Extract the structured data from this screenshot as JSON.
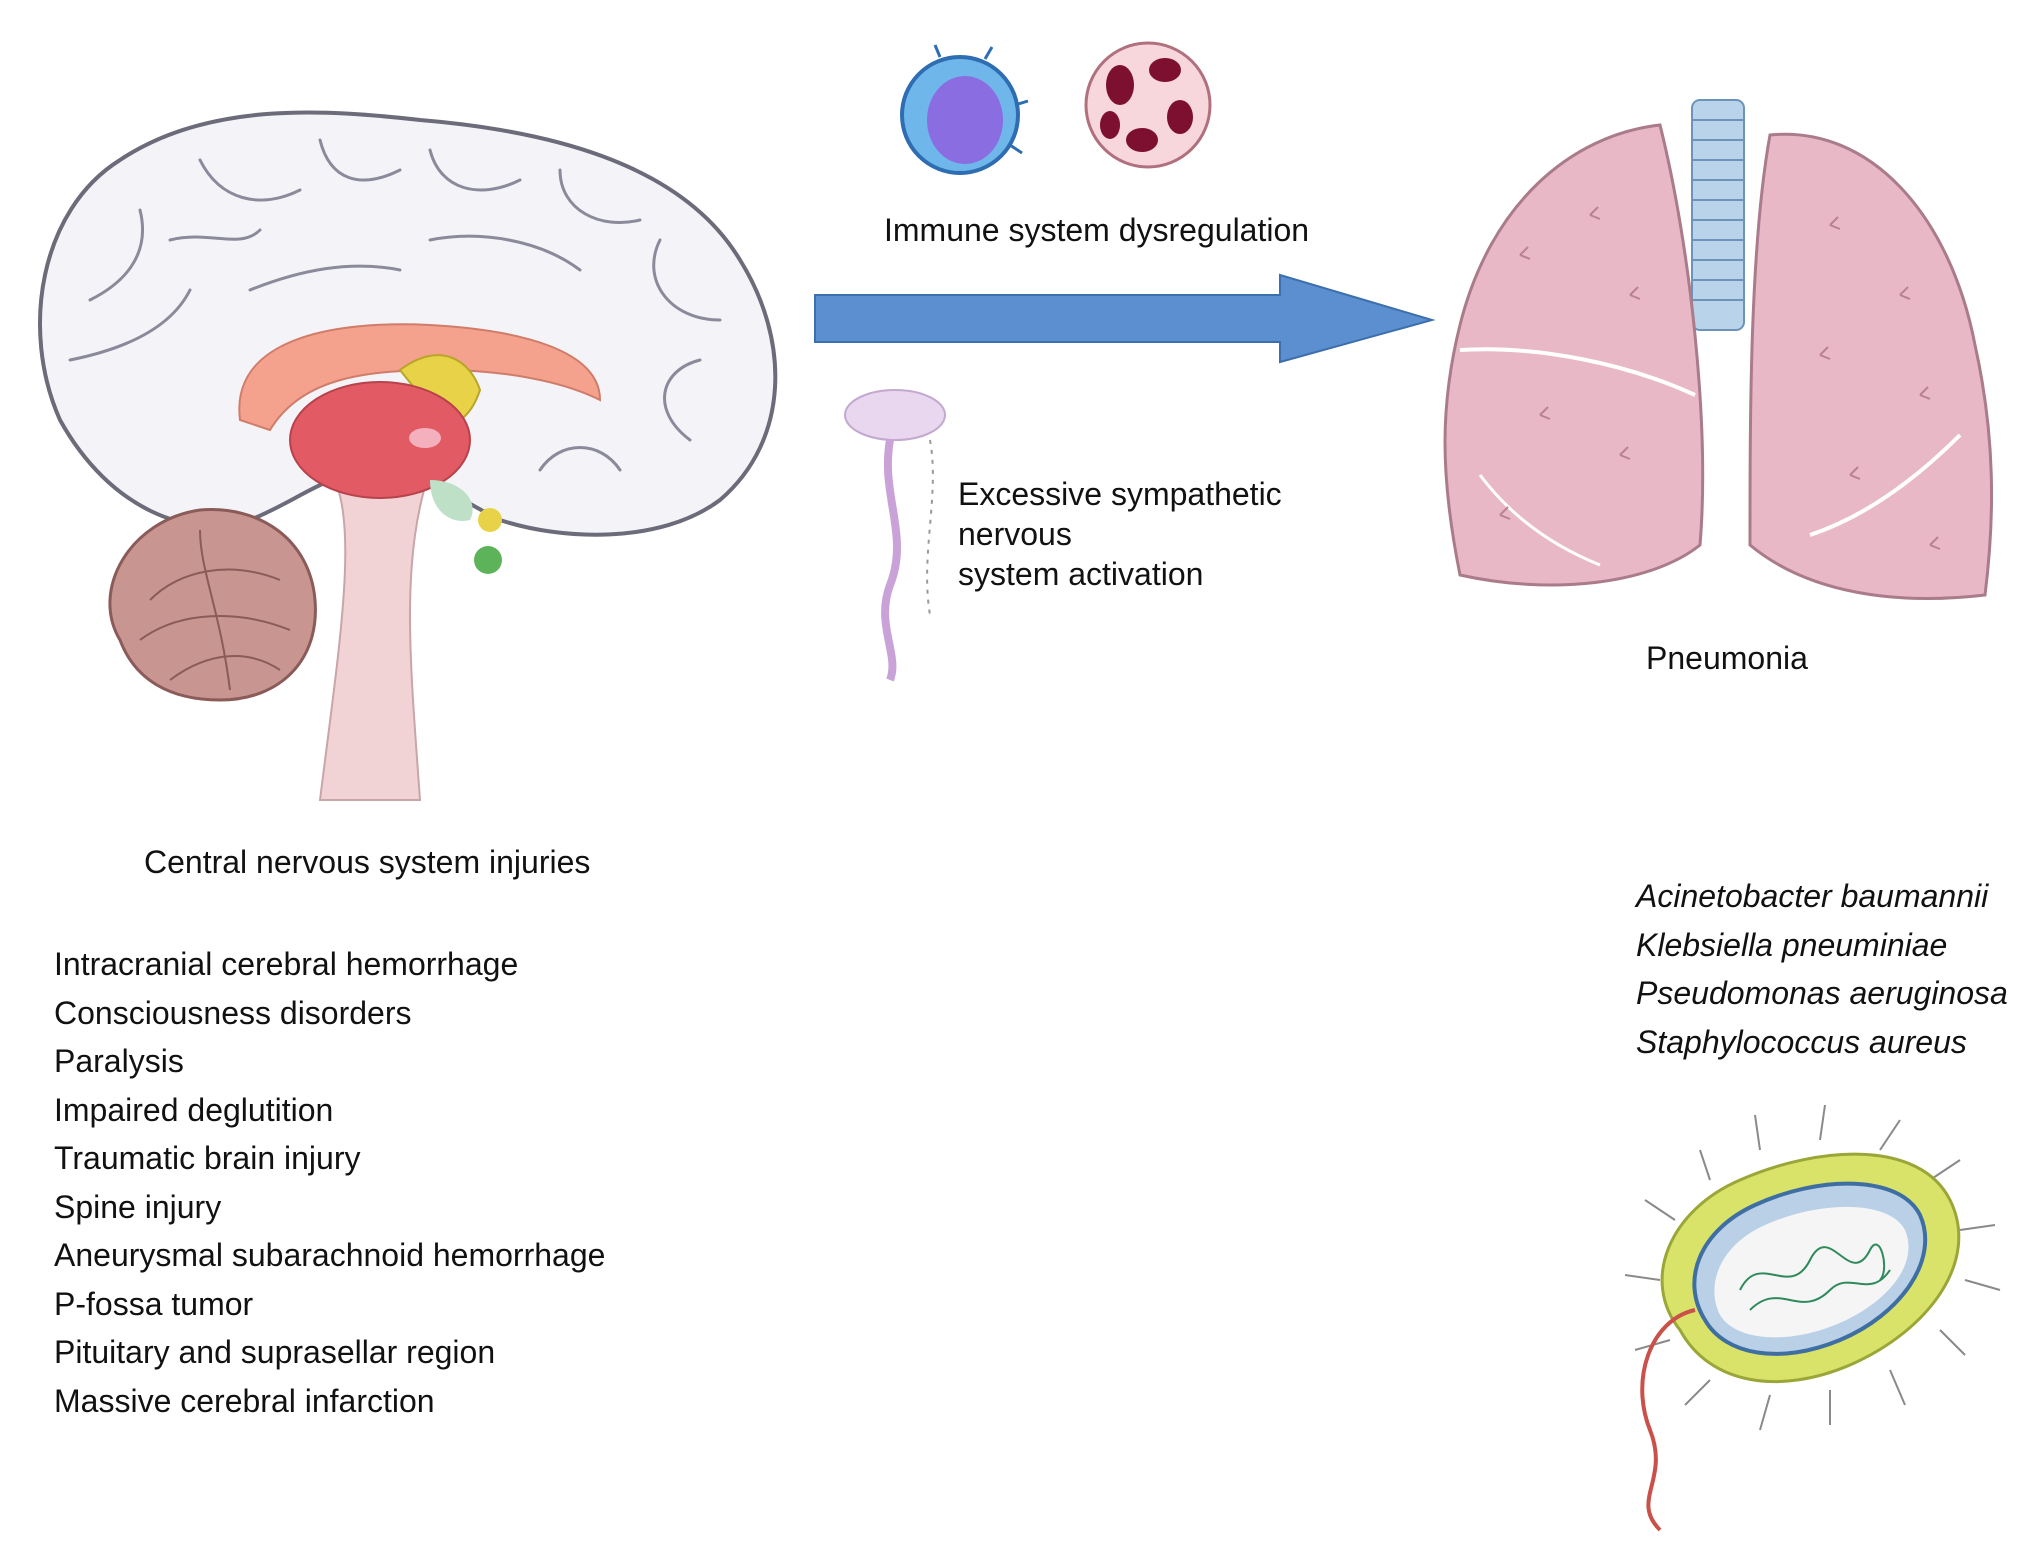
{
  "labels": {
    "immune": "Immune system dysregulation",
    "sympathetic": [
      "Excessive sympathetic",
      "nervous",
      "system activation"
    ],
    "pneumonia": "Pneumonia",
    "cns": "Central nervous system injuries"
  },
  "cns_injuries": [
    "Intracranial cerebral hemorrhage",
    "Consciousness disorders",
    "Paralysis",
    "Impaired deglutition",
    "Traumatic brain injury",
    "Spine injury",
    "Aneurysmal subarachnoid hemorrhage",
    "P-fossa tumor",
    "Pituitary and suprasellar region",
    "Massive cerebral infarction"
  ],
  "bacteria": [
    "Acinetobacter baumannii",
    "Klebsiella pneuminiae",
    "Pseudomonas aeruginosa",
    "Staphylococcus aureus"
  ],
  "colors": {
    "arrow": "#5b8fcf",
    "brain": "#f4f4f8",
    "lung": "#e9b8c6",
    "bacterium": "#d9e36a"
  }
}
